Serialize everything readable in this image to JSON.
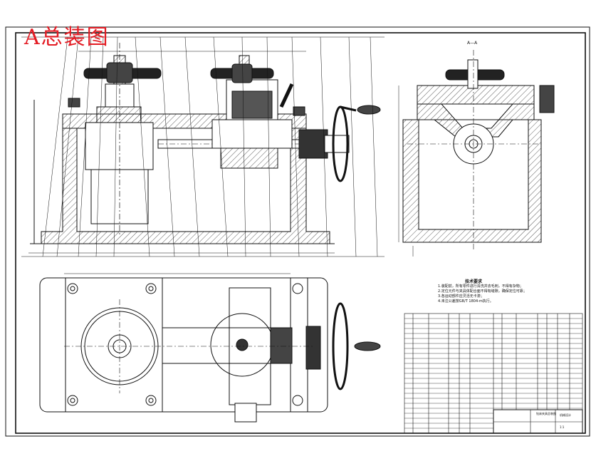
{
  "drawing": {
    "title": "A总装图",
    "section_label": "A—A",
    "tech_notes_title": "技术要求",
    "tech_notes": [
      "1.装配前，所有零件进行清洗并去毛刺，不得有杂物；",
      "2.定位元件与夹具体配合面不得有缝隙，确保定位可靠；",
      "3.各运动部件应灵活无卡滞；",
      "4.未注公差按GB/T 1804-m执行。"
    ],
    "title_block": {
      "name": "钻床夹具总装图",
      "company": "机械设计",
      "scale": "1:1"
    }
  },
  "colors": {
    "line": "#111111",
    "hatch": "#333333",
    "title_red": "#e31b23",
    "paper": "#ffffff"
  }
}
